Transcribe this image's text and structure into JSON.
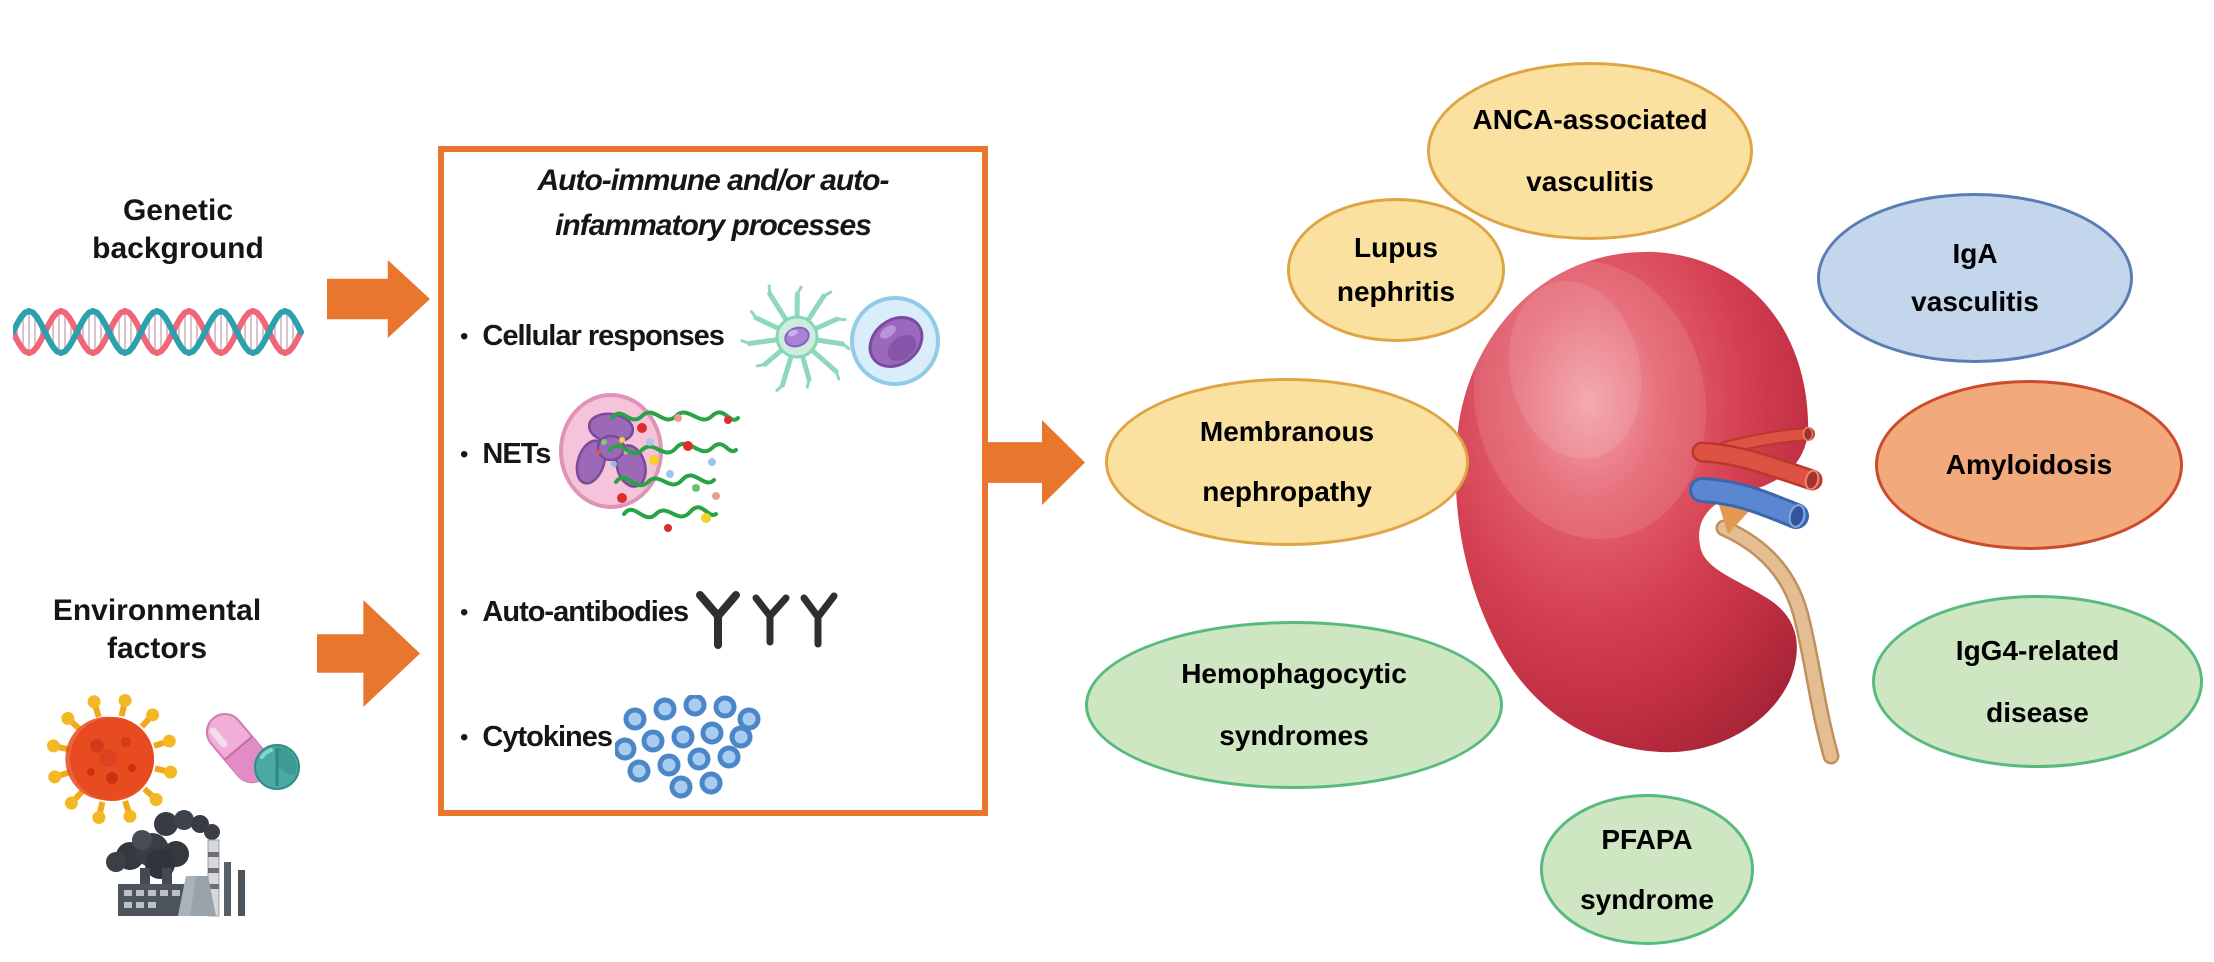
{
  "colors": {
    "background": "#ffffff",
    "arrow_orange": "#e8762c",
    "box_border_orange": "#e8762c",
    "yellow_ellipse_fill": "#fbe1a0",
    "yellow_ellipse_border": "#dfa444",
    "blue_ellipse_fill": "#c3d6ec",
    "blue_ellipse_border": "#5a7db5",
    "orange_ellipse_fill": "#f2a97b",
    "orange_ellipse_border": "#cd4a2b",
    "green_ellipse_fill": "#cee6c1",
    "green_ellipse_border": "#58ba7f",
    "kidney_red": "#d4414f",
    "renal_artery_red": "#dd5243",
    "renal_vein_blue": "#5b87d0",
    "ureter_tan": "#e4bd93"
  },
  "left_panel": {
    "genetic": {
      "line1": "Genetic",
      "line2": "background"
    },
    "environment": {
      "line1": "Environmental",
      "line2": "factors"
    }
  },
  "process_box": {
    "title_line1": "Auto-immune and/or auto-",
    "title_line2": "infammatory processes",
    "bullet_glyph": "•",
    "bullets": [
      {
        "label": "Cellular responses"
      },
      {
        "label": "NETs"
      },
      {
        "label": "Auto-antibodies"
      },
      {
        "label": "Cytokines"
      }
    ]
  },
  "diseases": [
    {
      "lines": [
        "ANCA-associated",
        "vasculitis"
      ],
      "category": "yellow"
    },
    {
      "lines": [
        "Lupus",
        "nephritis"
      ],
      "category": "yellow"
    },
    {
      "lines": [
        "IgA",
        "vasculitis"
      ],
      "category": "blue"
    },
    {
      "lines": [
        "Membranous",
        "nephropathy"
      ],
      "category": "yellow"
    },
    {
      "lines": [
        "Amyloidosis"
      ],
      "category": "orange"
    },
    {
      "lines": [
        "Hemophagocytic",
        "syndromes"
      ],
      "category": "green"
    },
    {
      "lines": [
        "IgG4-related",
        "disease"
      ],
      "category": "green"
    },
    {
      "lines": [
        "PFAPA",
        "syndrome"
      ],
      "category": "green"
    }
  ],
  "icons": {
    "dna": "dna-helix-icon",
    "virus": "virus-icon",
    "capsule": "pill-capsule-icon",
    "tablet": "pill-tablet-icon",
    "factory": "factory-pollution-icon",
    "dendritic": "dendritic-cell-icon",
    "lymphocyte": "lymphocyte-cell-icon",
    "neutrophil": "neutrophil-net-icon",
    "antibody": "antibody-y-icon",
    "cytokines": "cytokine-dots-icon",
    "kidney": "kidney-illustration"
  }
}
